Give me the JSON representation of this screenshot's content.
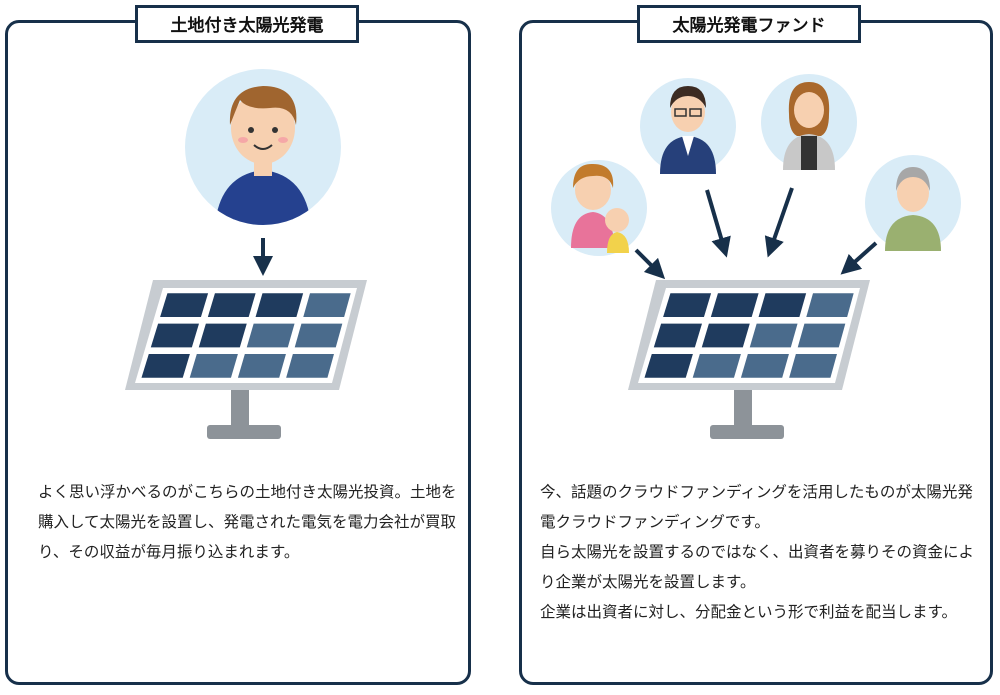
{
  "left_panel": {
    "title": "土地付き太陽光発電",
    "description": "よく思い浮かべるのがこちらの土地付き太陽光投資。土地を購入して太陽光を設置し、発電された電気を電力会社が買取り、その収益が毎月振り込まれます。"
  },
  "right_panel": {
    "title": "太陽光発電ファンド",
    "description_lines": [
      "今、話題のクラウドファンディングを活用したものが太陽光発電クラウドファンディングです。",
      "自ら太陽光を設置するのではなく、出資者を募りその資金により企業が太陽光を設置します。",
      "企業は出資者に対し、分配金という形で利益を配当します。"
    ]
  },
  "colors": {
    "frame": "#17304a",
    "avatar_bg": "#d9ecf7",
    "panel_cell_dark": "#1f3b5e",
    "panel_cell_light": "#4a6b8c",
    "arrow": "#17304a"
  },
  "icons": [
    "man-avatar-icon",
    "solar-panel-icon",
    "investor-avatar-icon",
    "arrow-icon"
  ]
}
